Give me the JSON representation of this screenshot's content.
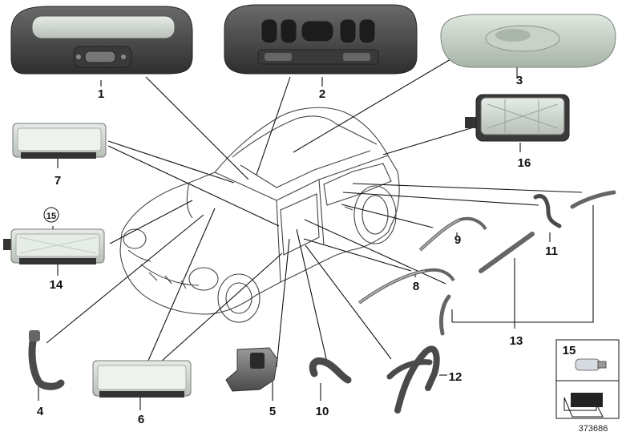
{
  "diagram": {
    "callouts": {
      "c1": "1",
      "c2": "2",
      "c3": "3",
      "c4": "4",
      "c5": "5",
      "c6": "6",
      "c7": "7",
      "c8": "8",
      "c9": "9",
      "c10": "10",
      "c11": "11",
      "c12": "12",
      "c13": "13",
      "c14": "14",
      "c15": "15",
      "c16": "16"
    },
    "legend_box": {
      "label": "15"
    },
    "reference_number": "373686"
  },
  "parts": [
    {
      "callout": "1",
      "icon": "overhead-console-light-icon"
    },
    {
      "callout": "2",
      "icon": "roof-switch-panel-icon"
    },
    {
      "callout": "3",
      "icon": "interior-dome-light-icon"
    },
    {
      "callout": "4",
      "icon": "bent-wiring-harness-icon"
    },
    {
      "callout": "5",
      "icon": "connector-bracket-icon"
    },
    {
      "callout": "6",
      "icon": "courtesy-light-icon"
    },
    {
      "callout": "7",
      "icon": "glovebox-light-icon"
    },
    {
      "callout": "8",
      "icon": "door-wiring-strip-icon"
    },
    {
      "callout": "9",
      "icon": "door-wiring-strip-icon"
    },
    {
      "callout": "10",
      "icon": "hose-connector-icon"
    },
    {
      "callout": "11",
      "icon": "wiring-lead-icon"
    },
    {
      "callout": "12",
      "icon": "cable-harness-icon"
    },
    {
      "callout": "13",
      "icon": "light-strip-set-icon"
    },
    {
      "callout": "14",
      "icon": "luggage-compartment-light-icon"
    },
    {
      "callout": "15",
      "icon": "bulb-icon"
    },
    {
      "callout": "16",
      "icon": "tailgate-light-icon"
    }
  ]
}
